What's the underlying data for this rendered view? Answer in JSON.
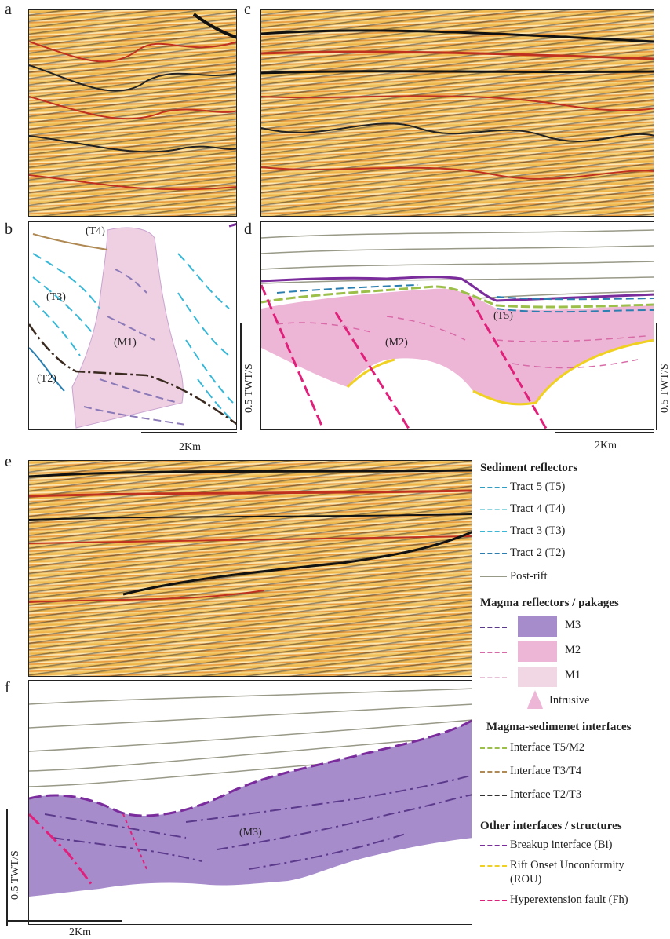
{
  "panels": {
    "a": {
      "label": "a"
    },
    "b": {
      "label": "b",
      "annotations": [
        "(T4)",
        "(T3)",
        "(M1)",
        "(T2)"
      ]
    },
    "c": {
      "label": "c"
    },
    "d": {
      "label": "d",
      "annotations": [
        "(T5)",
        "(M2)"
      ]
    },
    "e": {
      "label": "e"
    },
    "f": {
      "label": "f",
      "annotations": [
        "(M3)"
      ]
    }
  },
  "scales": {
    "time_label": "0.5 TWT/S",
    "distance_label": "2Km"
  },
  "legend": {
    "sediment": {
      "heading": "Sediment reflectors",
      "items": [
        {
          "label": "Tract 5  (T5)",
          "color": "#2f9fc4"
        },
        {
          "label": "Tract 4  (T4)",
          "color": "#8ed6e0"
        },
        {
          "label": "Tract 3  (T3)",
          "color": "#39b7d6"
        },
        {
          "label": "Tract 2  (T2)",
          "color": "#2a7fb0"
        },
        {
          "label": "Post-rift",
          "color": "#999988"
        }
      ]
    },
    "magma": {
      "heading": "Magma reflectors / pakages",
      "items": [
        {
          "label": "M3",
          "color": "#a78ccc",
          "line_color": "#5b3a8c"
        },
        {
          "label": "M2",
          "color": "#eeb6d6",
          "line_color": "#d86aa8"
        },
        {
          "label": "M1",
          "color": "#f1d6e4",
          "line_color": "#e8c0d8"
        }
      ],
      "intrusive_label": "Intrusive"
    },
    "interfaces": {
      "heading": "Magma-sedimenet interfaces",
      "items": [
        {
          "label": "Interface T5/M2",
          "color": "#9cbf4a"
        },
        {
          "label": "Interface T3/T4",
          "color": "#b08a55"
        },
        {
          "label": "Interface T2/T3",
          "color": "#333333"
        }
      ]
    },
    "other": {
      "heading": "Other interfaces / structures",
      "items": [
        {
          "label": "Breakup interface (Bi)",
          "color": "#7b2c9c"
        },
        {
          "label": "Rift Onset Unconformity",
          "label2": "(ROU)",
          "color": "#f0d020"
        },
        {
          "label": "Hyperextension fault (Fh)",
          "color": "#e0207a"
        }
      ]
    }
  }
}
